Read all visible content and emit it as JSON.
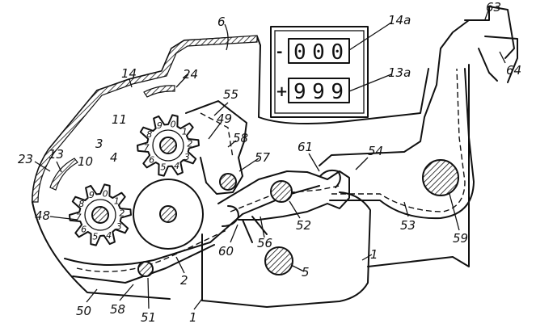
{
  "counters": {
    "upper": {
      "sign": "-",
      "digits": "000",
      "label": "14a"
    },
    "lower": {
      "sign": "+",
      "digits": "999",
      "label": "13a"
    }
  },
  "gears": {
    "gear10": {
      "label": "10",
      "teeth": [
        "0",
        "1",
        "2",
        "3",
        "4",
        "5",
        "6",
        "7",
        "8",
        "9"
      ]
    },
    "gear11": {
      "label": "11",
      "teeth": [
        "0",
        "1",
        "2",
        "3",
        "4",
        "5",
        "6",
        "7",
        "8",
        "9"
      ]
    }
  },
  "labels": {
    "l6": "6",
    "l14": "14",
    "l24": "24",
    "l13": "13",
    "l23": "23",
    "l3": "3",
    "l4": "4",
    "l55": "55",
    "l49": "49",
    "l58a": "58",
    "l57": "57",
    "l61": "61",
    "l54": "54",
    "l63": "63",
    "l64": "64",
    "l48": "48",
    "l52": "52",
    "l53": "53",
    "l59": "59",
    "l56": "56",
    "l60": "60",
    "l5": "5",
    "l1a": "1",
    "l2": "2",
    "l50": "50",
    "l58b": "58",
    "l51": "51",
    "l1b": "1"
  }
}
